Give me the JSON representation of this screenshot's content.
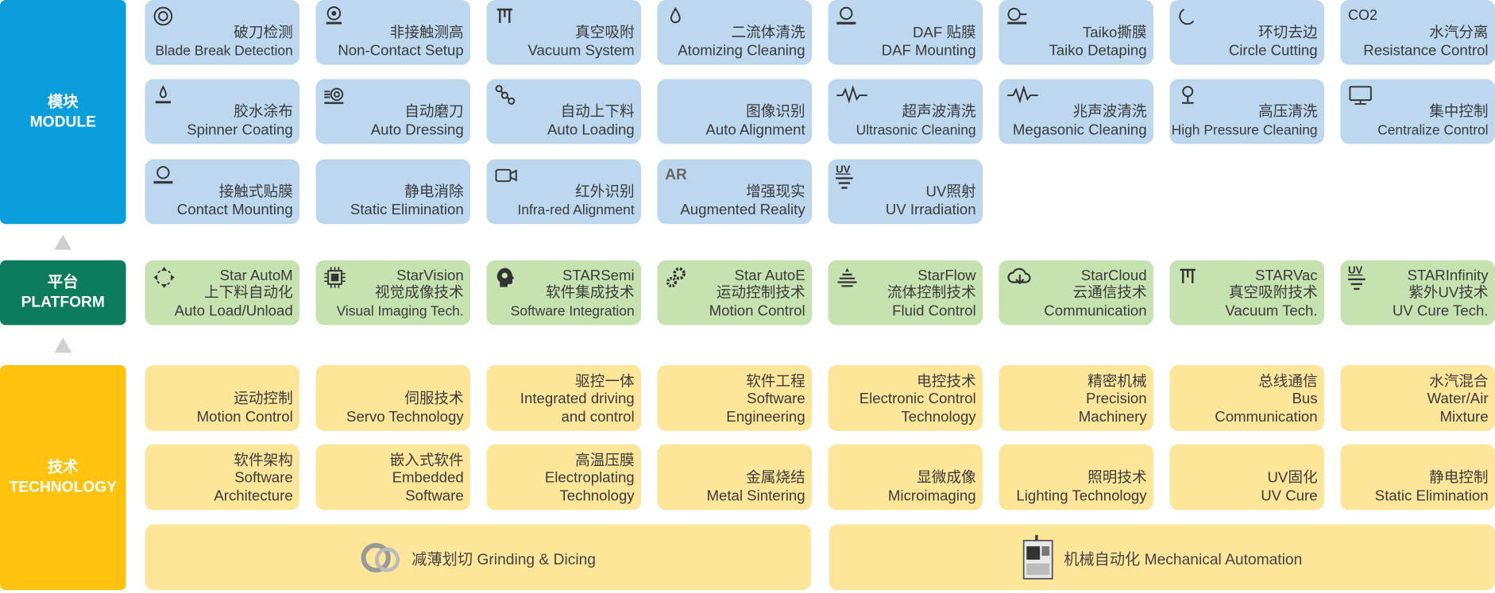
{
  "side": {
    "module": {
      "cn": "模块",
      "en": "MODULE"
    },
    "platform": {
      "cn": "平台",
      "en": "PLATFORM"
    },
    "technology": {
      "cn": "技术",
      "en": "TECHNOLOGY"
    }
  },
  "modules": [
    {
      "cn": "破刀检测",
      "en": "Blade Break Detection",
      "icon": "blade-icon"
    },
    {
      "cn": "非接触测高",
      "en": "Non-Contact Setup",
      "icon": "sensor-icon"
    },
    {
      "cn": "真空吸附",
      "en": "Vacuum System",
      "icon": "vacuum-icon"
    },
    {
      "cn": "二流体清洗",
      "en": "Atomizing Cleaning",
      "icon": "droplet-icon"
    },
    {
      "cn": "DAF 贴膜",
      "en": "DAF Mounting",
      "icon": "roller-icon"
    },
    {
      "cn": "Taiko撕膜",
      "en": "Taiko Detaping",
      "icon": "peel-icon"
    },
    {
      "cn": "环切去边",
      "en": "Circle Cutting",
      "icon": "arc-icon"
    },
    {
      "cn": "水汽分离",
      "en": "Resistance Control",
      "icon": "co2-icon",
      "badge": "CO2"
    },
    {
      "cn": "胶水涂布",
      "en": "Spinner Coating",
      "icon": "drop-plate-icon"
    },
    {
      "cn": "自动磨刀",
      "en": "Auto Dressing",
      "icon": "dressing-icon"
    },
    {
      "cn": "自动上下料",
      "en": "Auto Loading",
      "icon": "linkage-icon"
    },
    {
      "cn": "图像识别",
      "en": "Auto Alignment",
      "icon": ""
    },
    {
      "cn": "超声波清洗",
      "en": "Ultrasonic Cleaning",
      "icon": "wave-icon"
    },
    {
      "cn": "兆声波清洗",
      "en": "Megasonic Cleaning",
      "icon": "wave-icon"
    },
    {
      "cn": "高压清洗",
      "en": "High Pressure Cleaning",
      "icon": "nozzle-icon"
    },
    {
      "cn": "集中控制",
      "en": "Centralize  Control",
      "icon": "monitor-icon"
    },
    {
      "cn": "接触式贴膜",
      "en": "Contact Mounting",
      "icon": "roller-icon"
    },
    {
      "cn": "静电消除",
      "en": "Static Elimination",
      "icon": ""
    },
    {
      "cn": "红外识别",
      "en": "Infra-red Alignment",
      "icon": "camera-icon"
    },
    {
      "cn": "增强现实",
      "en": "Augmented Reality",
      "icon": "ar-icon",
      "badge": "AR"
    },
    {
      "cn": "UV照射",
      "en": "UV Irradiation",
      "icon": "uv-icon",
      "badge": "UV"
    }
  ],
  "platforms": [
    {
      "name": "Star AutoM",
      "cn": "上下料自动化",
      "en": "Auto Load/Unload",
      "icon": "move-icon"
    },
    {
      "name": "StarVision",
      "cn": "视觉成像技术",
      "en": "Visual Imaging Tech.",
      "icon": "chip-icon"
    },
    {
      "name": "STARSemi",
      "cn": "软件集成技术",
      "en": "Software Integration",
      "icon": "brain-icon"
    },
    {
      "name": "Star AutoE",
      "cn": "运动控制技术",
      "en": "Motion Control",
      "icon": "gears-icon"
    },
    {
      "name": "StarFlow",
      "cn": "流体控制技术",
      "en": "Fluid Control",
      "icon": "fluid-icon"
    },
    {
      "name": "StarCloud",
      "cn": "云通信技术",
      "en": "Communication",
      "icon": "cloud-icon"
    },
    {
      "name": "STARVac",
      "cn": "真空吸附技术",
      "en": "Vacuum Tech.",
      "icon": "vacuum-icon"
    },
    {
      "name": "STARInfinity",
      "cn": "紫外UV技术",
      "en": "UV Cure Tech.",
      "icon": "uv-icon",
      "badge": "UV"
    }
  ],
  "technologies": [
    {
      "lines": [
        "运动控制",
        "Motion Control"
      ]
    },
    {
      "lines": [
        "伺服技术",
        "Servo Technology"
      ]
    },
    {
      "lines": [
        "驱控一体",
        "Integrated driving",
        "and control"
      ]
    },
    {
      "lines": [
        "软件工程",
        "Software",
        "Engineering"
      ]
    },
    {
      "lines": [
        "电控技术",
        "Electronic Control",
        "Technology"
      ]
    },
    {
      "lines": [
        "精密机械",
        "Precision",
        "Machinery"
      ]
    },
    {
      "lines": [
        "总线通信",
        "Bus",
        "Communication"
      ]
    },
    {
      "lines": [
        "水汽混合",
        "Water/Air",
        "Mixture"
      ]
    },
    {
      "lines": [
        "软件架构",
        "Software",
        "Architecture"
      ]
    },
    {
      "lines": [
        "嵌入式软件",
        "Embedded",
        "Software"
      ]
    },
    {
      "lines": [
        "高温压膜",
        "Electroplating",
        "Technology"
      ]
    },
    {
      "lines": [
        "金属烧结",
        "Metal Sintering"
      ]
    },
    {
      "lines": [
        "显微成像",
        "Microimaging"
      ]
    },
    {
      "lines": [
        "照明技术",
        "Lighting Technology"
      ]
    },
    {
      "lines": [
        "UV固化",
        "UV Cure"
      ]
    },
    {
      "lines": [
        "静电控制",
        "Static Elimination"
      ]
    }
  ],
  "wide": [
    {
      "label": "减薄划切 Grinding & Dicing",
      "icon": "rings-icon"
    },
    {
      "label": "机械自动化 Mechanical Automation",
      "icon": "machine-icon"
    }
  ],
  "colors": {
    "module": "#0a9fdc",
    "platform": "#0c7c5c",
    "technology": "#ffc20e",
    "module_tile": "#bdd7ef",
    "platform_tile": "#c6e2b0",
    "technology_tile": "#fde59a"
  }
}
